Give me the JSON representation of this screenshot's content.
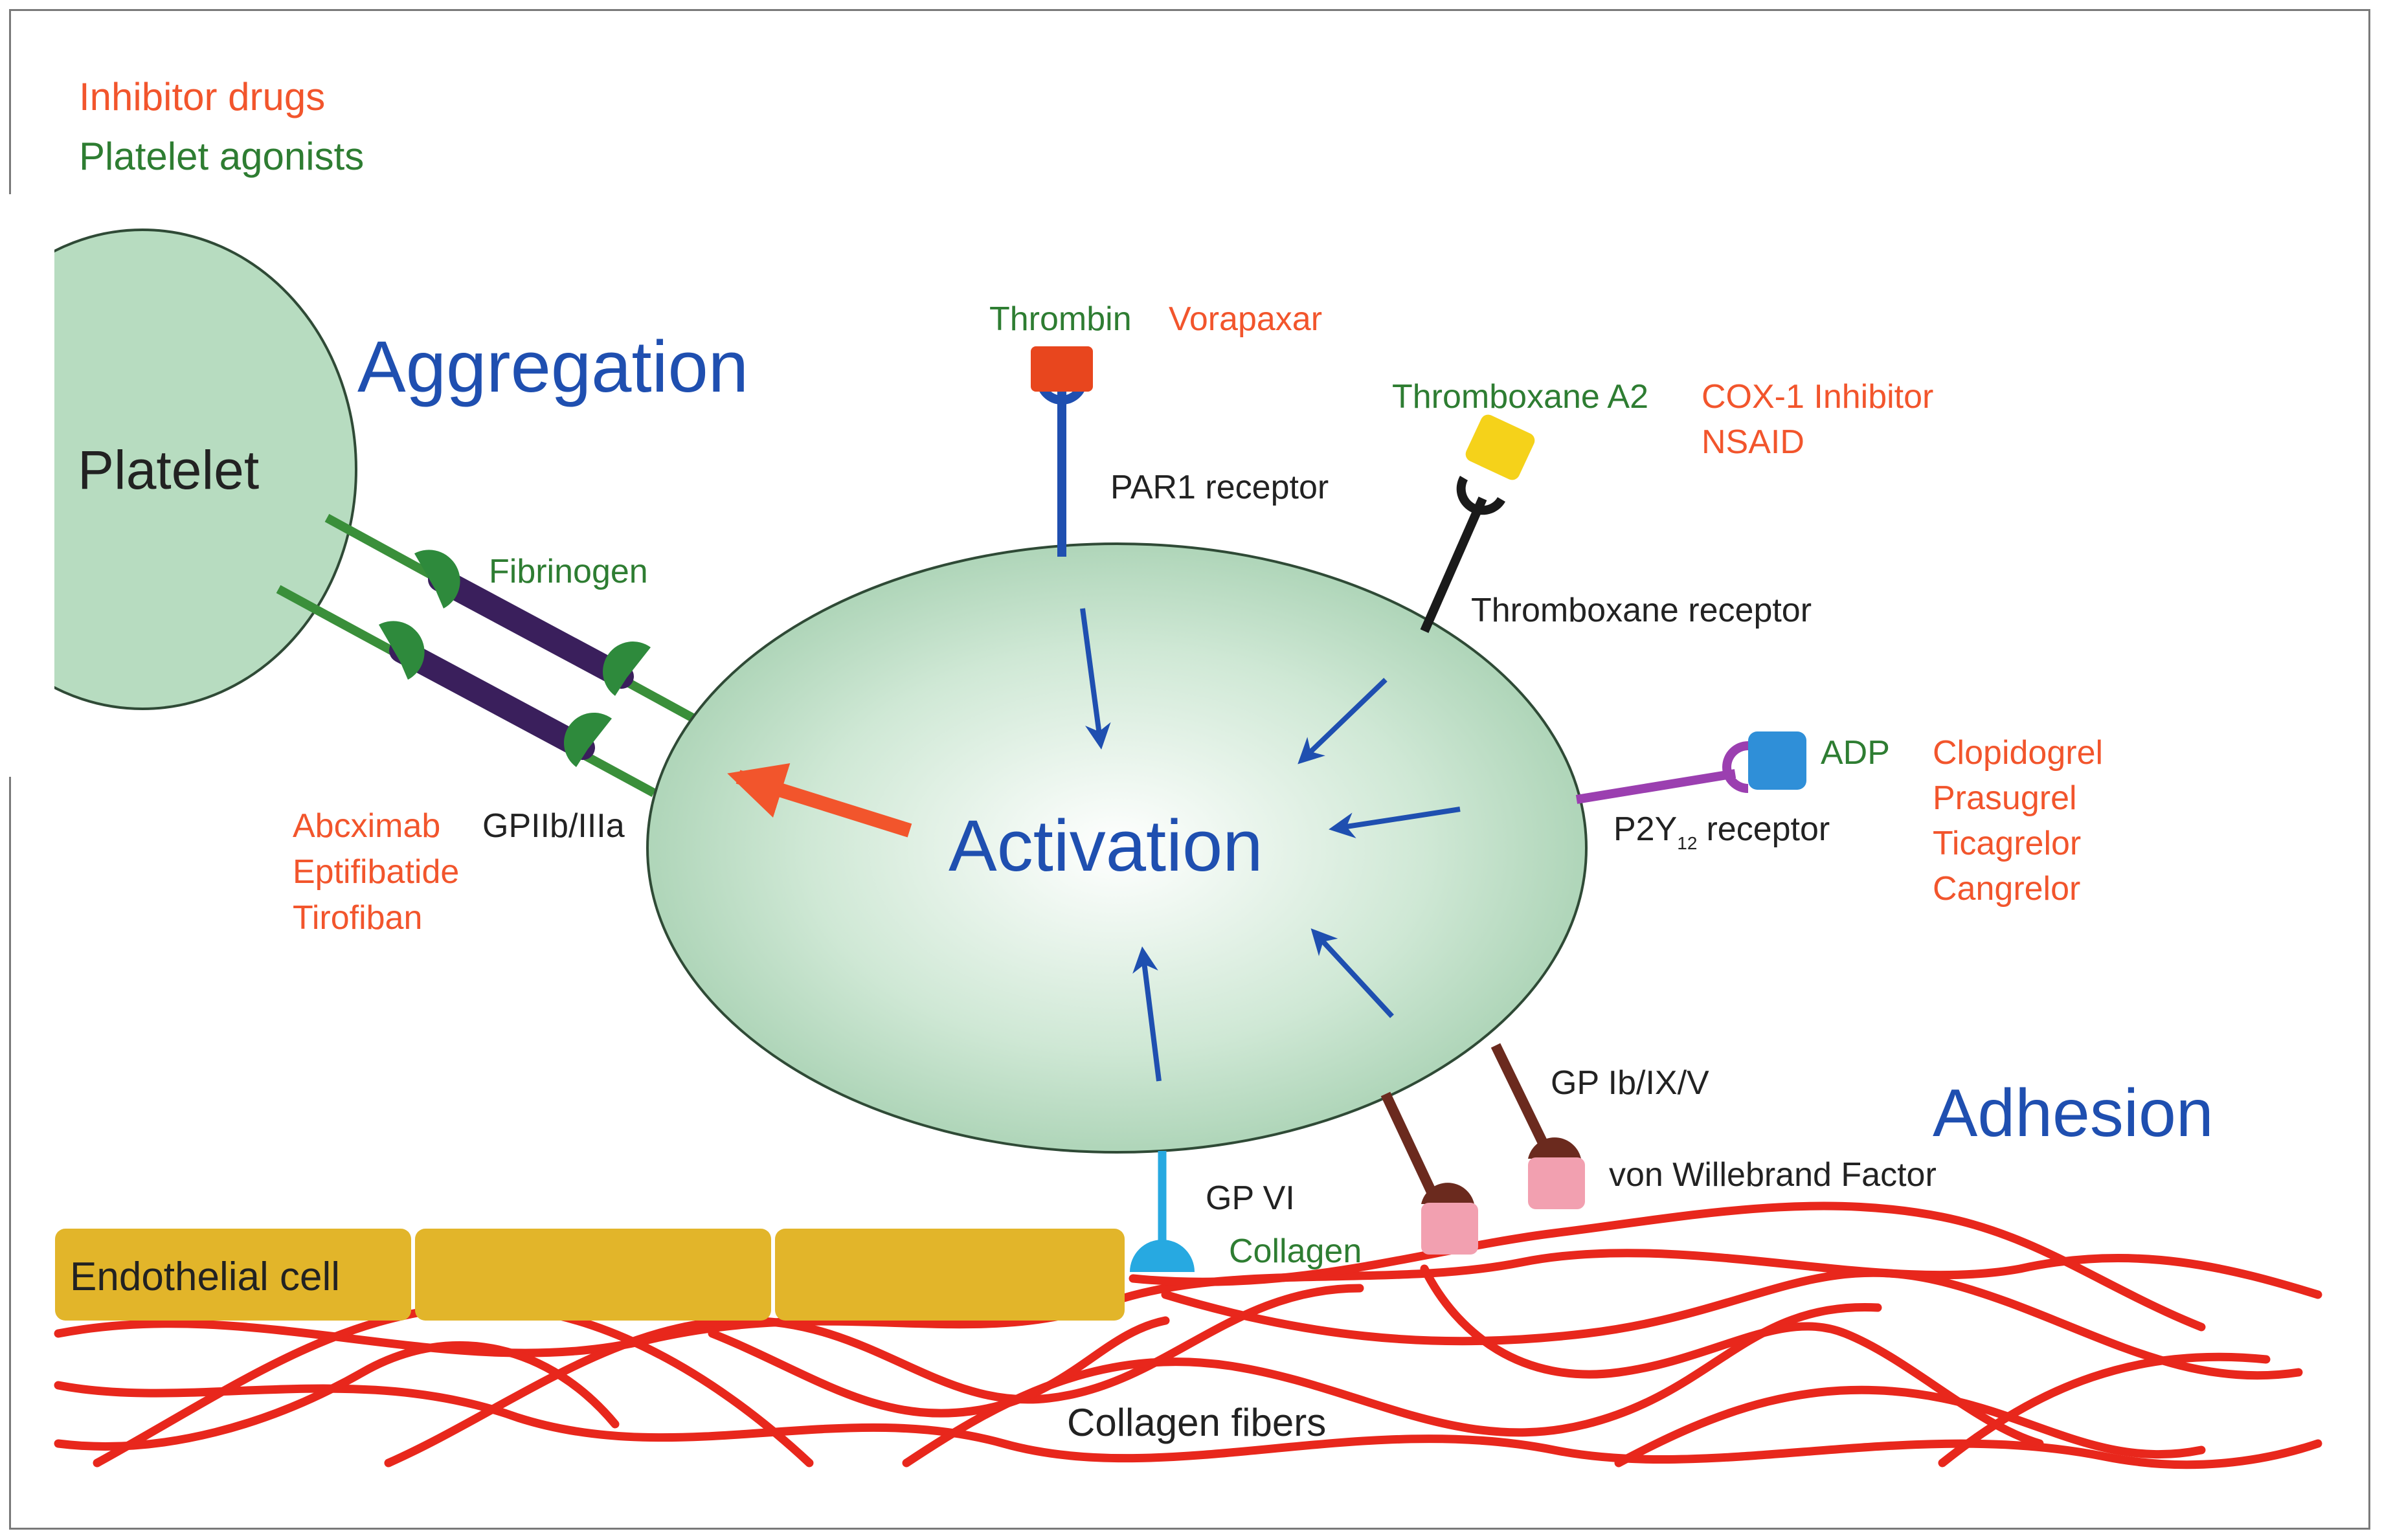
{
  "legend": {
    "inhibitor_drugs": "Inhibitor drugs",
    "platelet_agonists": "Platelet agonists"
  },
  "colors": {
    "inhibitor": "#f2552c",
    "agonist": "#2e7d32",
    "process": "#1f4fb0",
    "text": "#222222",
    "platelet_fill": "#b7dcc0",
    "endothelium": "#e2b52a",
    "collagen_fiber": "#e8271c"
  },
  "labels": {
    "aggregation": "Aggregation",
    "activation": "Activation",
    "adhesion": "Adhesion",
    "platelet": "Platelet",
    "endothelial_cell": "Endothelial cell",
    "collagen_fibers": "Collagen fibers",
    "fibrinogen": "Fibrinogen",
    "gpiib_iiia": "GPIIb/IIIa",
    "abciximab": "Abcximab",
    "eptifibatide": "Eptifibatide",
    "tirofiban": "Tirofiban",
    "thrombin": "Thrombin",
    "vorapaxar": "Vorapaxar",
    "par1_receptor": "PAR1 receptor",
    "thromboxane_a2": "Thromboxane A2",
    "cox1_inhibitor": "COX-1 Inhibitor",
    "nsaid": "NSAID",
    "thromboxane_receptor": "Thromboxane receptor",
    "adp": "ADP",
    "p2y": "P2Y",
    "p2y_subscript": "12",
    "receptor_word": "receptor",
    "clopidogrel": "Clopidogrel",
    "prasugrel": "Prasugrel",
    "ticagrelor": "Ticagrelor",
    "cangrelor": "Cangrelor",
    "gp_ib_ix_v": "GP Ib/IX/V",
    "von_willebrand_factor": "von Willebrand Factor",
    "gp_vi": "GP VI",
    "collagen": "Collagen"
  }
}
